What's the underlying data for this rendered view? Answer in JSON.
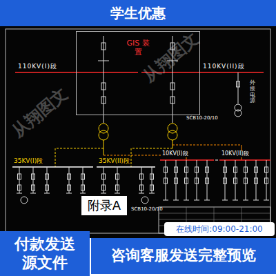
{
  "diagram": {
    "nodes": [
      {
        "text": [
          "学生优惠"
        ]
      },
      {
        "text": [
          "GIS 装置"
        ]
      },
      {
        "text": [
          "附录A"
        ]
      },
      {
        "text": [
          "付款发送源文件"
        ]
      },
      {
        "text": [
          "在线时间:09:00-21:00"
        ]
      },
      {
        "text": [
          "咨询客服发送完整预览"
        ]
      }
    ],
    "labels": [
      "110KV(I)段",
      "110KV(II)段",
      "外接电源",
      "SCB10-20/10",
      "35KV(I)段",
      "35KV(II)段",
      "10KV(I)段",
      "10KV(II)段",
      "SCB10-20/10",
      "从翔图文",
      "从翔图文"
    ]
  }
}
